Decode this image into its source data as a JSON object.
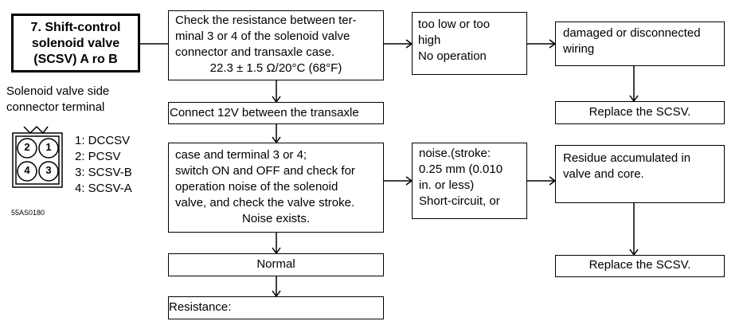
{
  "title": {
    "line1": "7. Shift-control",
    "line2": "solenoid valve",
    "line3": "(SCSV) A ro B"
  },
  "side_caption": {
    "line1": "Solenoid valve side",
    "line2": "connector terminal"
  },
  "connector": {
    "pins": [
      "2",
      "1",
      "4",
      "3"
    ],
    "legend": [
      "1: DCCSV",
      "2: PCSV",
      "3: SCSV-B",
      "4: SCSV-A"
    ],
    "code": "55AS0180"
  },
  "steps": {
    "check_resistance": {
      "lines": [
        "Check the resistance between ter-",
        "minal 3 or 4 of the solenoid valve",
        "connector and transaxle case.",
        "22.3 ± 1.5 Ω/20°C (68°F)"
      ]
    },
    "connect_12v": "Connect 12V between the transaxle",
    "operation_check": {
      "lines": [
        "case and terminal 3 or 4;",
        "switch ON and OFF and check for",
        "operation noise of the solenoid",
        "valve, and check the valve stroke.",
        "Noise exists."
      ]
    },
    "normal": "Normal",
    "resistance": "Resistance:"
  },
  "results": {
    "too_low": {
      "lines": [
        "too low or too",
        "high",
        "No operation"
      ]
    },
    "noise": {
      "lines": [
        "noise.(stroke:",
        "0.25 mm (0.010",
        "in. or less)",
        "Short-circuit,  or"
      ]
    }
  },
  "causes": {
    "damaged_wiring": {
      "lines": [
        "damaged or disconnected",
        "wiring"
      ]
    },
    "residue": {
      "lines": [
        "Residue accumulated in",
        "valve and core."
      ]
    }
  },
  "actions": {
    "replace_1": "Replace the SCSV.",
    "replace_2": "Replace the SCSV."
  }
}
